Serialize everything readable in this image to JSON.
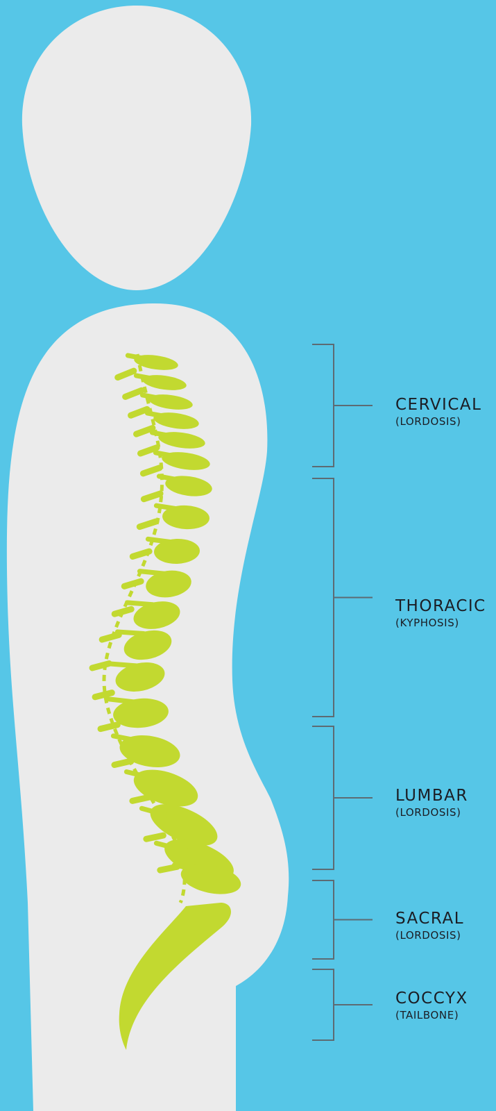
{
  "colors": {
    "background": "#56c6e7",
    "body": "#ebebeb",
    "spine": "#c2d930",
    "bracket": "#5d6b73",
    "text": "#1b1d24"
  },
  "regions": [
    {
      "id": "cervical",
      "name": "CERVICAL",
      "subtitle": "(LORDOSIS)"
    },
    {
      "id": "thoracic",
      "name": "THORACIC",
      "subtitle": "(KYPHOSIS)"
    },
    {
      "id": "lumbar",
      "name": "LUMBAR",
      "subtitle": "(LORDOSIS)"
    },
    {
      "id": "sacral",
      "name": "SACRAL",
      "subtitle": "(LORDOSIS)"
    },
    {
      "id": "coccyx",
      "name": "COCCYX",
      "subtitle": "(TAILBONE)"
    }
  ]
}
